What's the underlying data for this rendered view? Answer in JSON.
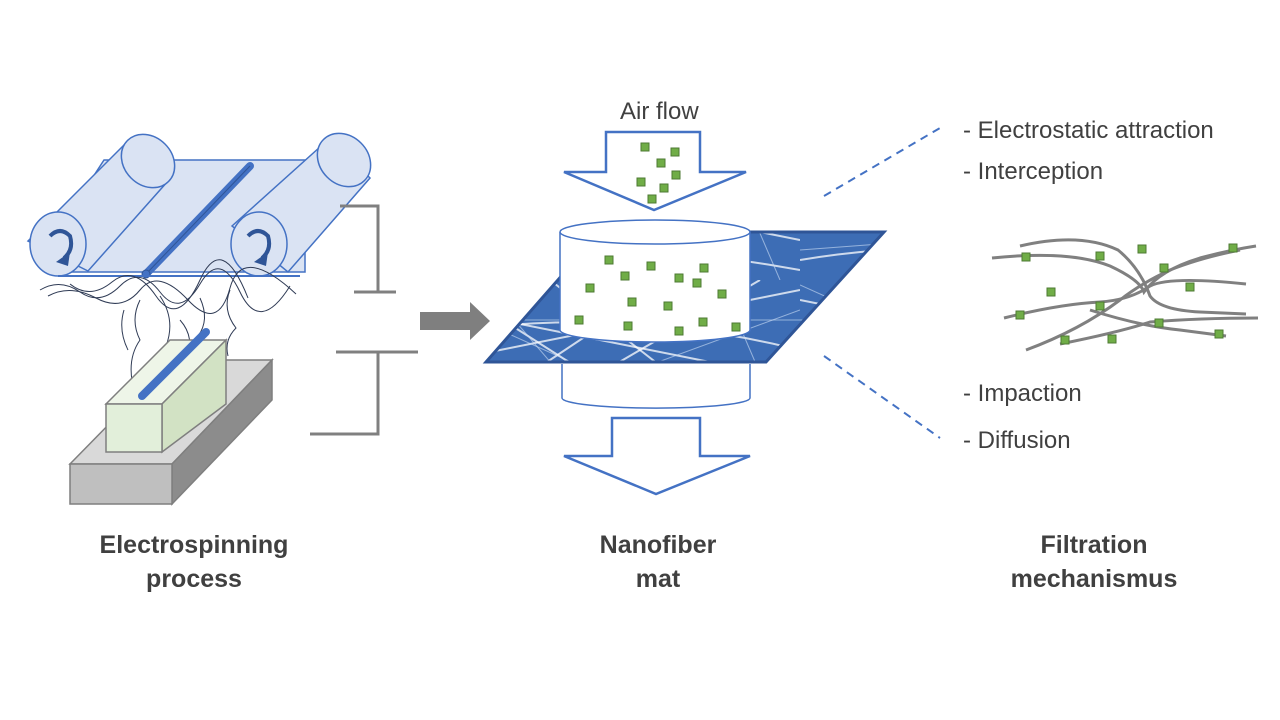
{
  "sections": {
    "electrospinning": {
      "line1": "Electrospinning",
      "line2": "process"
    },
    "nanofiber": {
      "line1": "Nanofiber",
      "line2": "mat"
    },
    "filtration": {
      "line1": "Filtration",
      "line2": "mechanismus"
    }
  },
  "air_flow_label": "Air flow",
  "mechanisms": [
    "- Electrostatic attraction",
    "- Interception",
    "- Impaction",
    "- Diffusion"
  ],
  "colors": {
    "text": "#404040",
    "roller_fill": "#dae3f3",
    "roller_stroke": "#4472c4",
    "collector_blue": "#4472c4",
    "wire": "#808080",
    "particle": "#70ad47",
    "nozzle_block": "#e2efda",
    "base_block": "#bfbfbf",
    "mat_blue": "#3d6db5"
  }
}
